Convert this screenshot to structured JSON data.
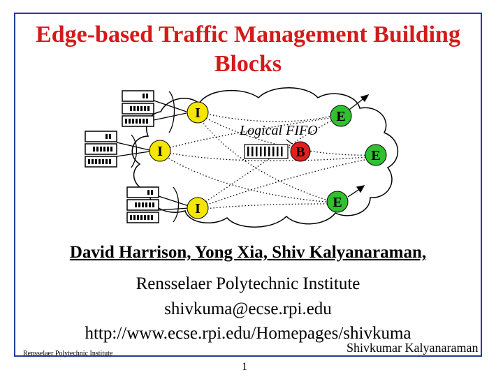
{
  "title": {
    "line1": "Edge-based Traffic Management Building",
    "line2": "Blocks"
  },
  "diagram": {
    "ingress_label": "I",
    "egress_label": "E",
    "core_label": "B",
    "fifo_label": "Logical FIFO",
    "colors": {
      "ingress": "#f5e600",
      "egress": "#30c030",
      "core": "#e02020",
      "cloud": "#000000"
    }
  },
  "authors": "David Harrison, Yong Xia, Shiv Kalyanaraman,",
  "institution": "Rensselaer Polytechnic Institute",
  "email": "shivkuma@ecse.rpi.edu",
  "url": "http://www.ecse.rpi.edu/Homepages/shivkuma",
  "footer": {
    "left": "Rensselaer Polytechnic Institute",
    "right": "Shivkumar Kalyanaraman",
    "page": "1"
  }
}
